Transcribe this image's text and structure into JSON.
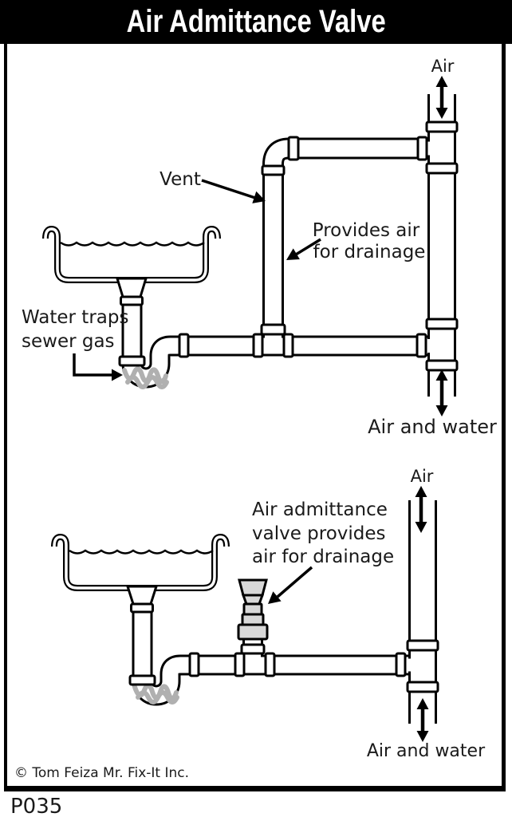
{
  "title": "Air Admittance Valve",
  "colors": {
    "title_bg": "#000000",
    "title_text": "#ffffff",
    "line": "#000000",
    "background": "#ffffff",
    "trap_water_gray": "#b0b0b0",
    "valve_gray": "#d8d8d8"
  },
  "top_diagram": {
    "air_label": "Air",
    "vent_label": "Vent",
    "provides_air": [
      "Provides air",
      "for drainage"
    ],
    "water_traps": [
      "Water traps",
      "sewer gas"
    ],
    "air_and_water_label": "Air and water"
  },
  "bottom_diagram": {
    "air_label": "Air",
    "valve_note": [
      "Air admittance",
      "valve provides",
      "air for drainage"
    ],
    "air_and_water_label": "Air and water"
  },
  "footer": {
    "copyright": "© Tom Feiza Mr. Fix-It Inc.",
    "code": "P035"
  }
}
